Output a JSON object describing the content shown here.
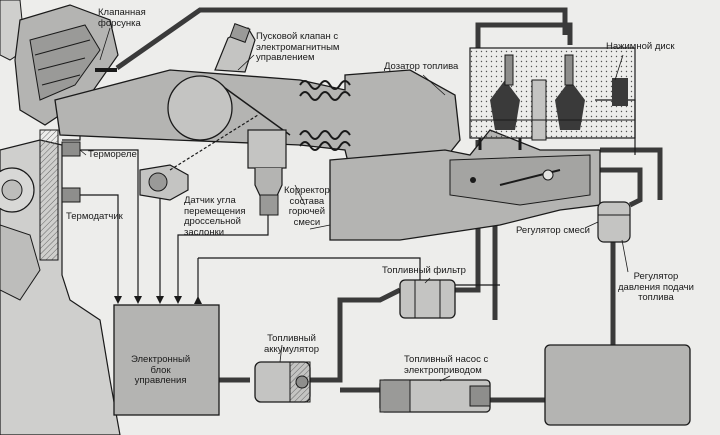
{
  "labels": {
    "injector": "Клапанная\nфорсунка",
    "start_valve": "Пусковой клапан с\nэлектромагнитным\nуправлением",
    "pressure_disc": "Нажимной диск",
    "fuel_distributor": "Дозатор топлива",
    "thermo_relay": "Термореле",
    "throttle_sensor": "Датчик угла\nперемещения\nдроссельной\nзаслонки",
    "mixture_corrector": "Корректор\nсостава\nгорючей\nсмеси",
    "thermo_sensor": "Термодатчик",
    "mixture_regulator": "Регулятор смеси",
    "fuel_filter": "Топливный фильтр",
    "feed_pressure_regulator": "Регулятор\nдавления подачи\nтоплива",
    "ecu": "Электронный\nблок\nуправления",
    "fuel_accumulator": "Топливный\nаккумулятор",
    "fuel_pump": "Топливный насос с\nэлектроприводом"
  },
  "colors": {
    "background": "#ededeb",
    "line": "#1a1a1a",
    "body_shade": "#b4b4b2",
    "dark_shade": "#8e8e8c",
    "light_fill": "#e2e2e0"
  }
}
